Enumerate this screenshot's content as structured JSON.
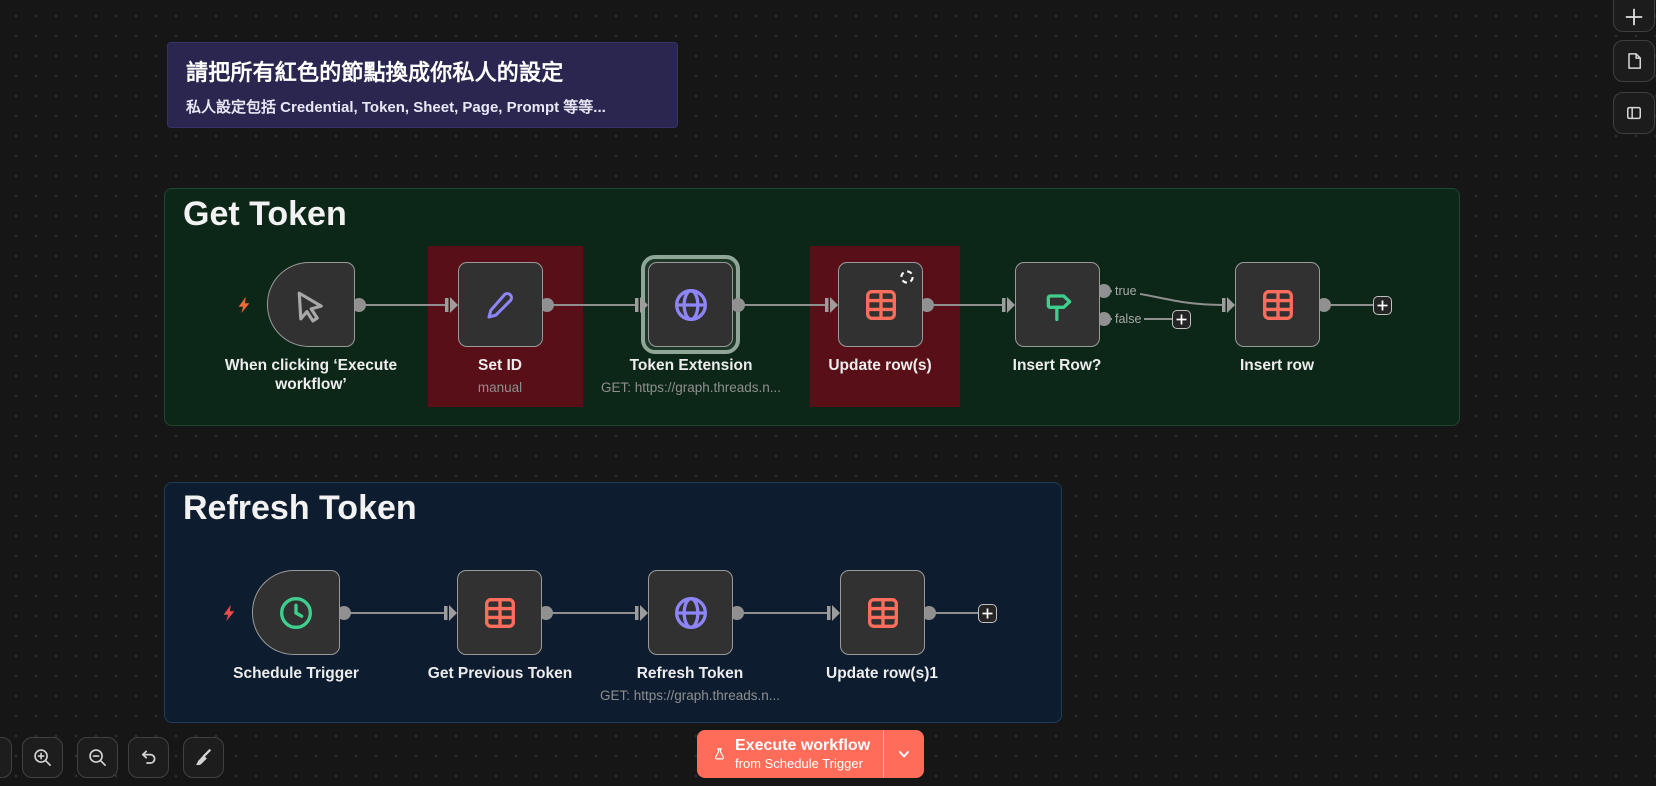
{
  "note": {
    "title": "請把所有紅色的節點換成你私人的設定",
    "subtitle": "私人設定包括 Credential, Token, Sheet, Page, Prompt 等等..."
  },
  "groups": [
    {
      "title": "Get Token",
      "nodes": [
        {
          "label": "When clicking ‘Execute workflow’",
          "sublabel": "",
          "icon": "cursor-icon"
        },
        {
          "label": "Set ID",
          "sublabel": "manual",
          "icon": "pencil-icon"
        },
        {
          "label": "Token Extension",
          "sublabel": "GET: https://graph.threads.n...",
          "icon": "globe-icon"
        },
        {
          "label": "Update row(s)",
          "sublabel": "",
          "icon": "sheets-table-icon"
        },
        {
          "label": "Insert Row?",
          "sublabel": "",
          "icon": "signpost-icon"
        },
        {
          "label": "Insert row",
          "sublabel": "",
          "icon": "sheets-table-icon"
        }
      ],
      "output_labels": [
        "true",
        "false"
      ]
    },
    {
      "title": "Refresh Token",
      "nodes": [
        {
          "label": "Schedule Trigger",
          "sublabel": "",
          "icon": "clock-icon"
        },
        {
          "label": "Get Previous Token",
          "sublabel": "",
          "icon": "sheets-table-icon"
        },
        {
          "label": "Refresh Token",
          "sublabel": "GET: https://graph.threads.n...",
          "icon": "globe-icon"
        },
        {
          "label": "Update row(s)1",
          "sublabel": "",
          "icon": "sheets-table-icon"
        }
      ]
    }
  ],
  "execute_button": {
    "label": "Execute workflow",
    "sublabel": "from Schedule Trigger"
  },
  "toolbar": {
    "icons": [
      "zoom-in",
      "zoom-out",
      "undo",
      "tidy-up"
    ]
  },
  "right_rail": {
    "icons": [
      "add-node",
      "sticky-note",
      "panel-toggle"
    ]
  },
  "colors": {
    "canvas_bg": "#161616",
    "group_get_token_bg": "#0c2717",
    "group_refresh_token_bg": "#0d1c2f",
    "red_highlight": "#580f17",
    "note_bg": "#2a2650",
    "accent_orange": "#ff6d5a",
    "icon_lavender": "#8e86f8",
    "icon_green": "#3ecf8e",
    "icon_sheets": "#ff6d5c",
    "bolt_orange": "#f0683c",
    "bolt_red": "#ee4b4b",
    "connection_gray": "#8f8f8f",
    "selection_outline": "#8fa697"
  }
}
